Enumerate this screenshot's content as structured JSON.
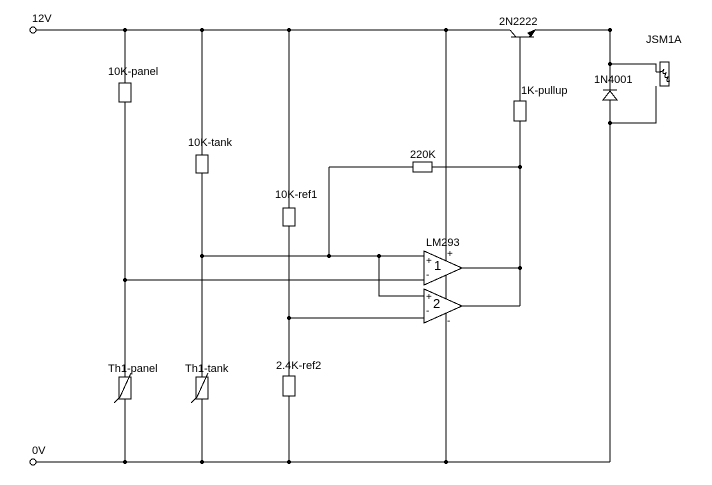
{
  "rails": {
    "supply": "12V",
    "ground": "0V"
  },
  "components": {
    "r_panel": "10K-panel",
    "r_tank": "10K-tank",
    "r_ref1": "10K-ref1",
    "r_ref2": "2.4K-ref2",
    "r_feedback": "220K",
    "r_pullup": "1K-pullup",
    "th_panel": "Th1-panel",
    "th_tank": "Th1-tank",
    "comparator": "LM293",
    "unit1": "1",
    "unit2": "2",
    "transistor": "2N2222",
    "diode": "1N4001",
    "relay": "JSM1A"
  },
  "pins": {
    "plus": "+",
    "minus": "-"
  }
}
